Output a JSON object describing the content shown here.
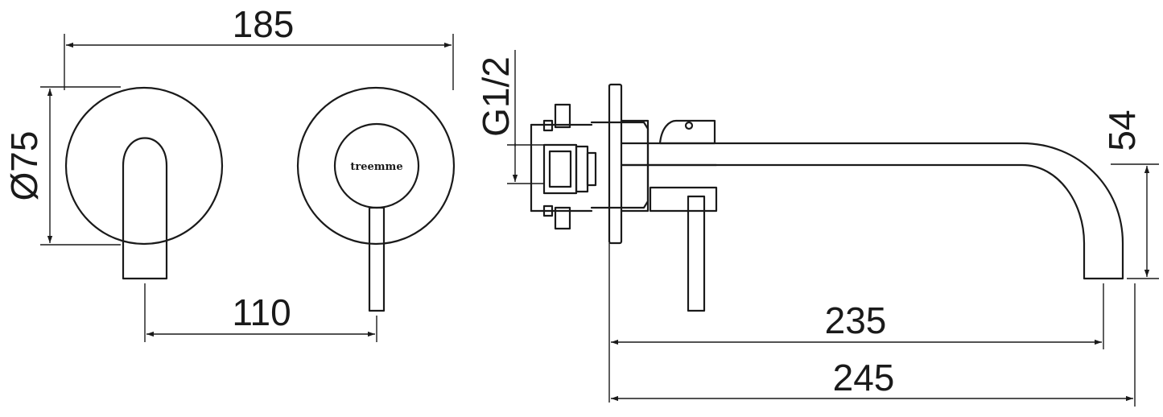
{
  "dimensions": {
    "width_total": "185",
    "diameter": "Ø75",
    "center_distance": "110",
    "thread": "G1/2",
    "spout_height": "54",
    "spout_length": "235",
    "overall_length": "245"
  },
  "brand_mark": "treemme"
}
